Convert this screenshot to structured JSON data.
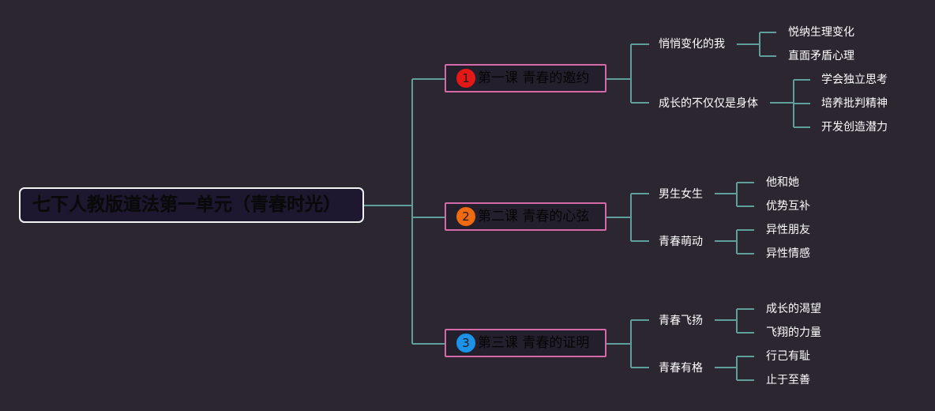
{
  "mindmap": {
    "root": {
      "label": "七下人教版道法第一单元（青春时光）"
    },
    "colors": {
      "background": "#2b2630",
      "connector": "#5f9f9a",
      "lesson_border": "#d46aa8",
      "root_border": "#f2f2f2",
      "badge_1": "#e51818",
      "badge_2": "#ef6a10",
      "badge_3": "#1c93e8"
    },
    "lessons": [
      {
        "number": "1",
        "title": "第一课 青春的邀约",
        "topics": [
          {
            "label": "悄悄变化的我",
            "leaves": [
              "悦纳生理变化",
              "直面矛盾心理"
            ]
          },
          {
            "label": "成长的不仅仅是身体",
            "leaves": [
              "学会独立思考",
              "培养批判精神",
              "开发创造潜力"
            ]
          }
        ]
      },
      {
        "number": "2",
        "title": "第二课 青春的心弦",
        "topics": [
          {
            "label": "男生女生",
            "leaves": [
              "他和她",
              "优势互补"
            ]
          },
          {
            "label": "青春萌动",
            "leaves": [
              "异性朋友",
              "异性情感"
            ]
          }
        ]
      },
      {
        "number": "3",
        "title": "第三课 青春的证明",
        "topics": [
          {
            "label": "青春飞扬",
            "leaves": [
              "成长的渴望",
              "飞翔的力量"
            ]
          },
          {
            "label": "青春有格",
            "leaves": [
              "行己有耻",
              "止于至善"
            ]
          }
        ]
      }
    ]
  }
}
